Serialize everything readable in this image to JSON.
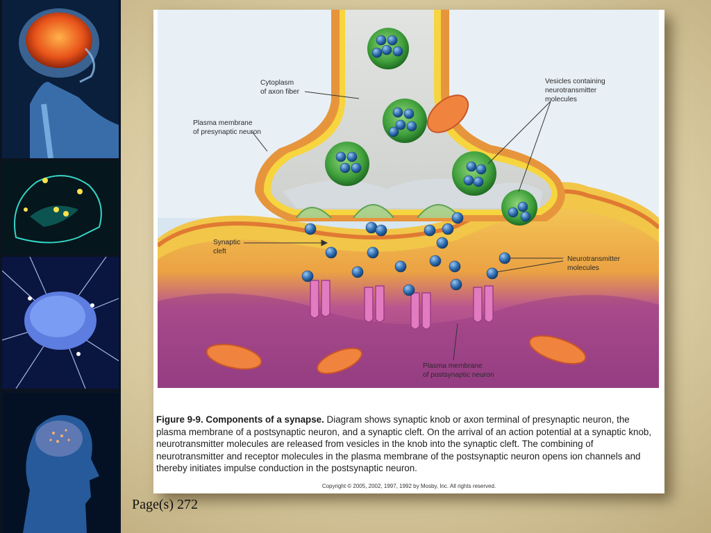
{
  "labels": {
    "cytoplasm": [
      "Cytoplasm",
      "of axon fiber"
    ],
    "presynaptic_membrane": [
      "Plasma membrane",
      "of presynaptic neuron"
    ],
    "vesicles": [
      "Vesicles containing",
      "neurotransmitter",
      "molecules"
    ],
    "synaptic_cleft": [
      "Synaptic",
      "cleft"
    ],
    "neurotransmitter": [
      "Neurotransmitter",
      "molecules"
    ],
    "postsynaptic_membrane": [
      "Plasma membrane",
      "of postsynaptic neuron"
    ]
  },
  "caption": {
    "title": "Figure 9-9. Components of a synapse.",
    "body": " Diagram shows synaptic knob or axon terminal of presynaptic neuron, the plasma membrane  of a postsynaptic neuron, and a synaptic cleft. On the arrival of an action potential at a synaptic knob,  neurotransmitter   molecules are released from vesicles in the knob into the synaptic cleft. The combining of neurotransmitter and receptor molecules in the plasma membrane of the postsynaptic neuron opens ion channels and thereby initiates  impulse conduction in the postsynaptic neuron."
  },
  "copyright": "Copyright © 2005, 2002, 1997, 1992 by Mosby, Inc. All rights reserved.",
  "page_ref": "Page(s) 272",
  "colors": {
    "membrane_yellow": "#f5d23a",
    "membrane_orange": "#e8913c",
    "postsynaptic_purple": "#9b3f86",
    "vesicle_green": "#3e9e3a",
    "molecule_blue": "#2f6fb3",
    "receptor_pink": "#e27bbf",
    "cleft_blue": "#cfe0ee"
  }
}
